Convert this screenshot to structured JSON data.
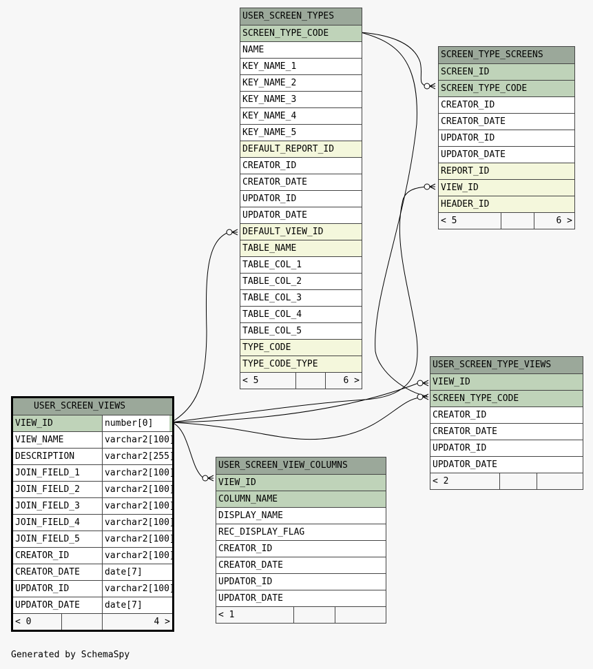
{
  "footer_text": "Generated by SchemaSpy",
  "tables": {
    "user_screen_types": {
      "name": "USER_SCREEN_TYPES",
      "columns": [
        {
          "name": "SCREEN_TYPE_CODE",
          "kind": "pk"
        },
        {
          "name": "NAME",
          "kind": "plain"
        },
        {
          "name": "KEY_NAME_1",
          "kind": "plain"
        },
        {
          "name": "KEY_NAME_2",
          "kind": "plain"
        },
        {
          "name": "KEY_NAME_3",
          "kind": "plain"
        },
        {
          "name": "KEY_NAME_4",
          "kind": "plain"
        },
        {
          "name": "KEY_NAME_5",
          "kind": "plain"
        },
        {
          "name": "DEFAULT_REPORT_ID",
          "kind": "fk"
        },
        {
          "name": "CREATOR_ID",
          "kind": "plain"
        },
        {
          "name": "CREATOR_DATE",
          "kind": "plain"
        },
        {
          "name": "UPDATOR_ID",
          "kind": "plain"
        },
        {
          "name": "UPDATOR_DATE",
          "kind": "plain"
        },
        {
          "name": "DEFAULT_VIEW_ID",
          "kind": "fk"
        },
        {
          "name": "TABLE_NAME",
          "kind": "fk"
        },
        {
          "name": "TABLE_COL_1",
          "kind": "plain"
        },
        {
          "name": "TABLE_COL_2",
          "kind": "plain"
        },
        {
          "name": "TABLE_COL_3",
          "kind": "plain"
        },
        {
          "name": "TABLE_COL_4",
          "kind": "plain"
        },
        {
          "name": "TABLE_COL_5",
          "kind": "plain"
        },
        {
          "name": "TYPE_CODE",
          "kind": "fk"
        },
        {
          "name": "TYPE_CODE_TYPE",
          "kind": "fk"
        }
      ],
      "footer": {
        "left": "< 5",
        "mid": "",
        "right": "6 >"
      }
    },
    "screen_type_screens": {
      "name": "SCREEN_TYPE_SCREENS",
      "columns": [
        {
          "name": "SCREEN_ID",
          "kind": "pk"
        },
        {
          "name": "SCREEN_TYPE_CODE",
          "kind": "pk"
        },
        {
          "name": "CREATOR_ID",
          "kind": "plain"
        },
        {
          "name": "CREATOR_DATE",
          "kind": "plain"
        },
        {
          "name": "UPDATOR_ID",
          "kind": "plain"
        },
        {
          "name": "UPDATOR_DATE",
          "kind": "plain"
        },
        {
          "name": "REPORT_ID",
          "kind": "fk"
        },
        {
          "name": "VIEW_ID",
          "kind": "fk"
        },
        {
          "name": "HEADER_ID",
          "kind": "fk"
        }
      ],
      "footer": {
        "left": "< 5",
        "mid": "",
        "right": "6 >"
      }
    },
    "user_screen_type_views": {
      "name": "USER_SCREEN_TYPE_VIEWS",
      "columns": [
        {
          "name": "VIEW_ID",
          "kind": "pk"
        },
        {
          "name": "SCREEN_TYPE_CODE",
          "kind": "pk"
        },
        {
          "name": "CREATOR_ID",
          "kind": "plain"
        },
        {
          "name": "CREATOR_DATE",
          "kind": "plain"
        },
        {
          "name": "UPDATOR_ID",
          "kind": "plain"
        },
        {
          "name": "UPDATOR_DATE",
          "kind": "plain"
        }
      ],
      "footer": {
        "left": "< 2",
        "mid": "",
        "right": ""
      }
    },
    "user_screen_views": {
      "name": "USER_SCREEN_VIEWS",
      "columns": [
        {
          "name": "VIEW_ID",
          "type": "number[0]",
          "kind": "pk"
        },
        {
          "name": "VIEW_NAME",
          "type": "varchar2[100]",
          "kind": "plain"
        },
        {
          "name": "DESCRIPTION",
          "type": "varchar2[255]",
          "kind": "plain"
        },
        {
          "name": "JOIN_FIELD_1",
          "type": "varchar2[100]",
          "kind": "plain"
        },
        {
          "name": "JOIN_FIELD_2",
          "type": "varchar2[100]",
          "kind": "plain"
        },
        {
          "name": "JOIN_FIELD_3",
          "type": "varchar2[100]",
          "kind": "plain"
        },
        {
          "name": "JOIN_FIELD_4",
          "type": "varchar2[100]",
          "kind": "plain"
        },
        {
          "name": "JOIN_FIELD_5",
          "type": "varchar2[100]",
          "kind": "plain"
        },
        {
          "name": "CREATOR_ID",
          "type": "varchar2[100]",
          "kind": "plain"
        },
        {
          "name": "CREATOR_DATE",
          "type": "date[7]",
          "kind": "plain"
        },
        {
          "name": "UPDATOR_ID",
          "type": "varchar2[100]",
          "kind": "plain"
        },
        {
          "name": "UPDATOR_DATE",
          "type": "date[7]",
          "kind": "plain"
        }
      ],
      "footer": {
        "left": "< 0",
        "mid": "",
        "right": "4 >"
      }
    },
    "user_screen_view_columns": {
      "name": "USER_SCREEN_VIEW_COLUMNS",
      "columns": [
        {
          "name": "VIEW_ID",
          "kind": "pk"
        },
        {
          "name": "COLUMN_NAME",
          "kind": "pk"
        },
        {
          "name": "DISPLAY_NAME",
          "kind": "plain"
        },
        {
          "name": "REC_DISPLAY_FLAG",
          "kind": "plain"
        },
        {
          "name": "CREATOR_ID",
          "kind": "plain"
        },
        {
          "name": "CREATOR_DATE",
          "kind": "plain"
        },
        {
          "name": "UPDATOR_ID",
          "kind": "plain"
        },
        {
          "name": "UPDATOR_DATE",
          "kind": "plain"
        }
      ],
      "footer": {
        "left": "< 1",
        "mid": "",
        "right": ""
      }
    }
  }
}
